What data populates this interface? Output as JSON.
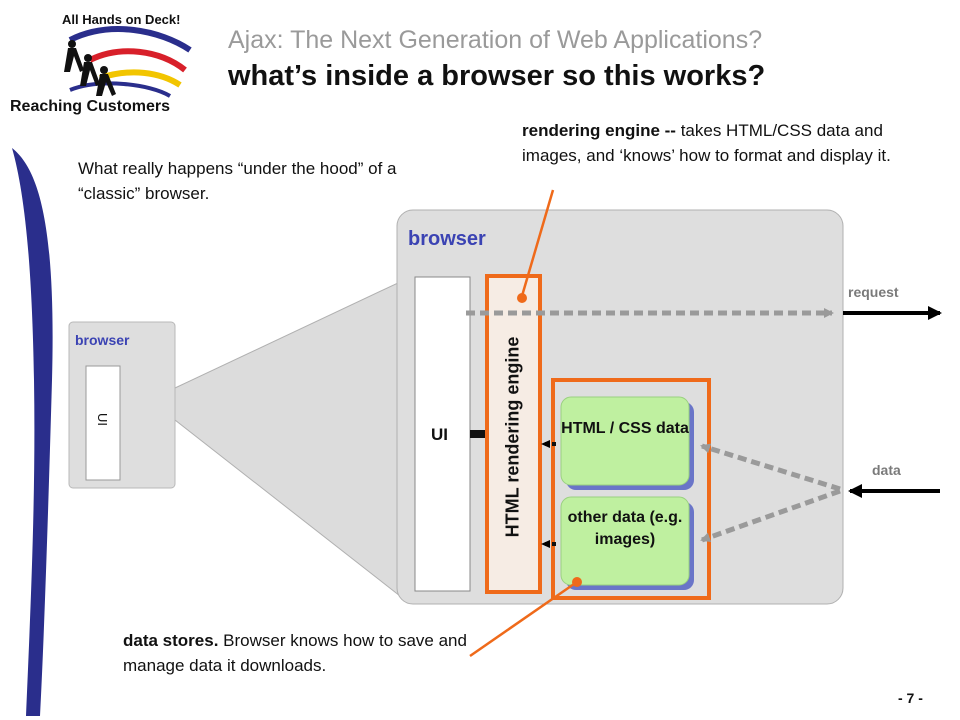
{
  "slide": {
    "title_line1": "Ajax: The Next Generation of Web Applications?",
    "title_line2": "what’s inside a browser so this works?",
    "page_number": "- 7 -"
  },
  "logo": {
    "top_text": "All Hands on Deck!",
    "bottom_text": "Reaching Customers"
  },
  "notes": {
    "left_intro": "What really happens “under the hood” of a “classic” browser.",
    "rendering_bold": "rendering engine --",
    "rendering_rest": " takes HTML/CSS data and images, and ‘knows’ how to format and display it.",
    "datastores_bold": "data stores.",
    "datastores_rest": " Browser knows how to save and manage data it downloads."
  },
  "diagram": {
    "small_browser_label": "browser",
    "big_browser_label": "browser",
    "ui_label": "UI",
    "engine_label": "HTML rendering engine",
    "html_css_store": "HTML / CSS data",
    "other_store": "other data (e.g. images)",
    "request_label": "request",
    "data_label": "data"
  },
  "colors": {
    "accent_orange": "#ef6a1a",
    "brand_blue": "#3b43b3",
    "store_green": "#bff0a0",
    "panel_gray": "#dedede",
    "arrow_gray": "#9a9a9a"
  }
}
